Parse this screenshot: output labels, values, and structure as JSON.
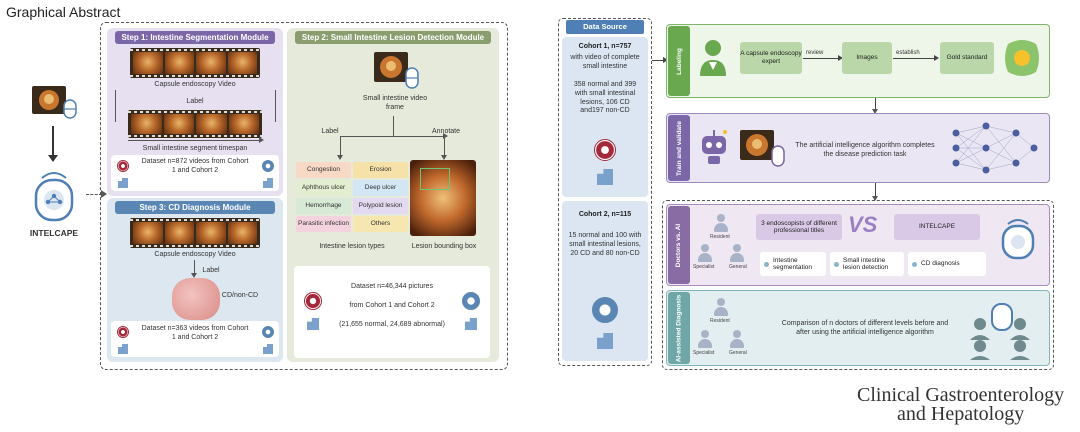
{
  "page_title": "Graphical Abstract",
  "intelcape_label": "INTELCAPE",
  "step1": {
    "title": "Step 1: Intestine Segmentation Module",
    "video_caption": "Capsule endoscopy Video",
    "label": "Label",
    "segment_caption": "Small intestine segment timespan",
    "dataset": "Dataset n=872 videos from Cohort 1 and Cohort 2"
  },
  "step2": {
    "title": "Step 2: Small Intestine Lesion Detection Module",
    "frame_caption": "Small intestine video frame",
    "label": "Label",
    "annotate": "Annotate",
    "lesions": [
      "Congestion",
      "Erosion",
      "Aphthous ulcer",
      "Deep ulcer",
      "Hemorrhage",
      "Polypoid lesion",
      "Parasitic infection",
      "Others"
    ],
    "lesion_types_caption": "Intestine lesion types",
    "bbox_caption": "Lesion bounding box",
    "dataset_line1": "Dataset n=46,344 pictures",
    "dataset_line2": "from Cohort 1 and Cohort 2",
    "dataset_line3": "(21,655 normal, 24,689 abnormal)"
  },
  "step3": {
    "title": "Step 3: CD Diagnosis Module",
    "video_caption": "Capsule endoscopy Video",
    "label": "Label",
    "cd_label": "CD/non-CD",
    "dataset": "Dataset n=363 videos from Cohort 1 and Cohort 2"
  },
  "data_source": {
    "title": "Data Source",
    "cohort1_title": "Cohort 1, n=757",
    "cohort1_sub": "with video of complete small intestine",
    "cohort1_detail": "358 normal and 399 with small intestinal lesions, 106 CD and197 non-CD",
    "cohort2_title": "Cohort 2, n=115",
    "cohort2_detail": "15 normal and 100 with small intestinal lesions, 20 CD and 80 non-CD"
  },
  "labeling": {
    "label": "Labeling",
    "box1": "A capsule endoscopy expert",
    "arrow1": "review",
    "box2": "Images",
    "arrow2": "establish",
    "box3": "Gold standard"
  },
  "train": {
    "label": "Train and validate",
    "text": "The artificial intelligence algorithm completes the disease prediction task"
  },
  "doctors_vs_ai": {
    "label": "Doctors vs. AI",
    "resident": "Resident",
    "specialist": "Specialist",
    "general": "General",
    "endoscopists": "3 endoscopists of different professional titles",
    "intelcape": "INTELCAPE",
    "vs": "VS",
    "chips": [
      "Intestine segmentation",
      "Small intestine lesion detection",
      "CD diagnosis"
    ]
  },
  "ai_assisted": {
    "label": "AI-assisted Diagnosis",
    "resident": "Resident",
    "specialist": "Specialist",
    "general": "General",
    "text": "Comparison of n doctors of different levels before and after using the artificial intelligence algorithm"
  },
  "journal": {
    "line1": "Clinical Gastroenterology",
    "line2": "and Hepatology"
  },
  "colors": {
    "step1_bg": "#e6e0f0",
    "step2_bg": "#e5eadb",
    "step3_bg": "#dde7ef",
    "labeling_green": "#6aa84f",
    "train_purple": "#7b67a8",
    "compare_purple": "#8a6ca5",
    "ai_teal": "#6fa7a8"
  }
}
